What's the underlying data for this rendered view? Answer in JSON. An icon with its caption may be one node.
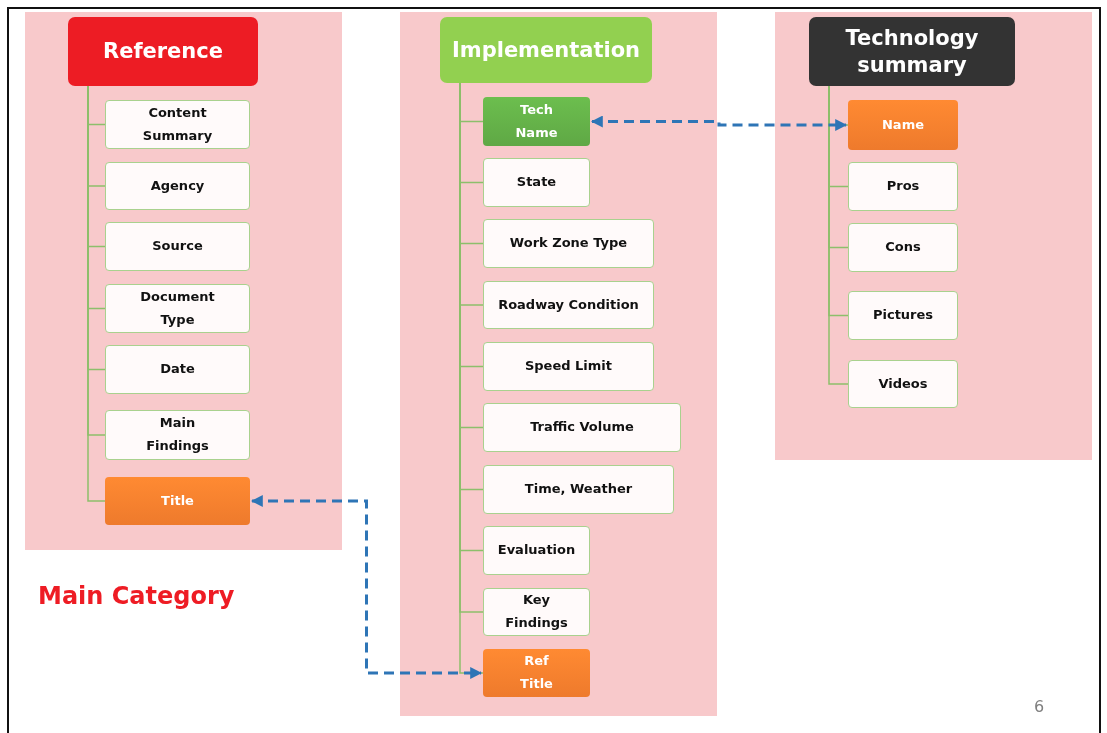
{
  "diagram": {
    "nodes": [
      {
        "text": [],
        "shape": "box"
      },
      {
        "text": [
          "Reference"
        ],
        "in": 0
      },
      {
        "text": [
          "Content Summary"
        ],
        "in": 0
      },
      {
        "text": [
          "Agency"
        ],
        "in": 0
      },
      {
        "text": [
          "Source"
        ],
        "in": 0
      },
      {
        "text": [
          "Document Type"
        ],
        "in": 0
      },
      {
        "text": [
          "Date"
        ],
        "in": 0
      },
      {
        "text": [
          "Main Findings"
        ],
        "in": 0
      },
      {
        "text": [
          "Title"
        ],
        "in": 0
      },
      {
        "text": [],
        "shape": "box"
      },
      {
        "text": [
          "Implementation"
        ],
        "in": 9
      },
      {
        "text": [
          "Tech Name"
        ],
        "in": 9
      },
      {
        "text": [
          "State"
        ],
        "in": 9
      },
      {
        "text": [
          "Work Zone Type"
        ],
        "in": 9
      },
      {
        "text": [
          "Roadway Condition"
        ],
        "in": 9
      },
      {
        "text": [
          "Speed Limit"
        ],
        "in": 9
      },
      {
        "text": [
          "Traffic Volume"
        ],
        "in": 9
      },
      {
        "text": [
          "Time, Weather"
        ],
        "in": 9
      },
      {
        "text": [
          "Evaluation"
        ],
        "in": 9
      },
      {
        "text": [
          "Key Findings"
        ],
        "in": 9
      },
      {
        "text": [
          "Ref Title"
        ],
        "in": 9
      },
      {
        "text": [],
        "shape": "box"
      },
      {
        "text": [
          "Technology summary"
        ],
        "in": 21
      },
      {
        "text": [
          "Name"
        ],
        "in": 21
      },
      {
        "text": [
          "Pros"
        ],
        "in": 21
      },
      {
        "text": [
          "Cons"
        ],
        "in": 21
      },
      {
        "text": [
          "Pictures"
        ],
        "in": 21
      },
      {
        "text": [
          "Videos"
        ],
        "in": 21
      }
    ],
    "edges": [
      {
        "from": 1,
        "to": 2,
        "arrow": "none"
      },
      {
        "from": 1,
        "to": 3,
        "arrow": "none"
      },
      {
        "from": 1,
        "to": 4,
        "arrow": "none"
      },
      {
        "from": 1,
        "to": 5,
        "arrow": "none"
      },
      {
        "from": 1,
        "to": 6,
        "arrow": "none"
      },
      {
        "from": 1,
        "to": 7,
        "arrow": "none"
      },
      {
        "from": 1,
        "to": 8,
        "arrow": "none"
      },
      {
        "from": 10,
        "to": 11,
        "arrow": "none"
      },
      {
        "from": 10,
        "to": 12,
        "arrow": "none"
      },
      {
        "from": 10,
        "to": 13,
        "arrow": "none"
      },
      {
        "from": 10,
        "to": 14,
        "arrow": "none"
      },
      {
        "from": 10,
        "to": 15,
        "arrow": "none"
      },
      {
        "from": 10,
        "to": 16,
        "arrow": "none"
      },
      {
        "from": 10,
        "to": 17,
        "arrow": "none"
      },
      {
        "from": 10,
        "to": 18,
        "arrow": "none"
      },
      {
        "from": 10,
        "to": 19,
        "arrow": "none"
      },
      {
        "from": 10,
        "to": 20,
        "arrow": "none"
      },
      {
        "from": 22,
        "to": 23,
        "arrow": "none"
      },
      {
        "from": 22,
        "to": 24,
        "arrow": "none"
      },
      {
        "from": 22,
        "to": 25,
        "arrow": "none"
      },
      {
        "from": 22,
        "to": 26,
        "arrow": "none"
      },
      {
        "from": 22,
        "to": 27,
        "arrow": "none"
      },
      {
        "from": 11,
        "to": 23,
        "arrow": "both",
        "style": "dashed",
        "color": "#2e75b6"
      },
      {
        "from": 8,
        "to": 20,
        "arrow": "both",
        "style": "dashed",
        "color": "#2e75b6"
      }
    ],
    "labels": [
      "Main Category",
      "6"
    ]
  }
}
